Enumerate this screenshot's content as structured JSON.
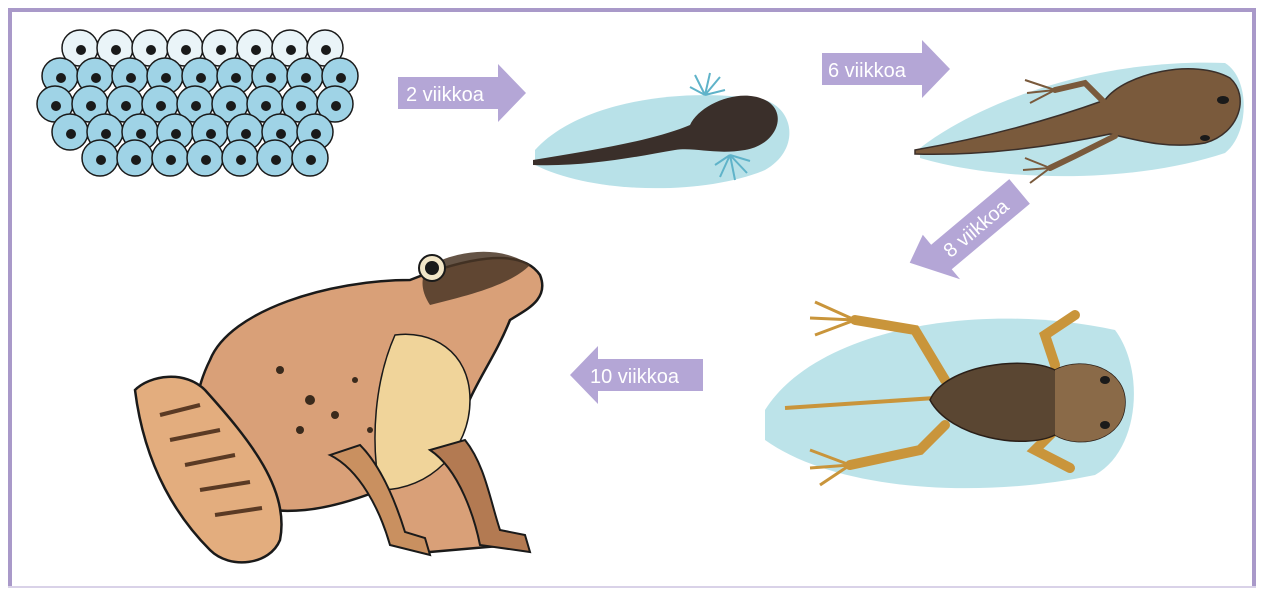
{
  "colors": {
    "frame": "#a999c9",
    "arrow": "#b4a6d6",
    "arrow_text": "#ffffff",
    "water": "#a6d9e2",
    "egg": "#9fd3e6",
    "tadpole_dark": "#3a2f2a",
    "tadpole_brown": "#7a5a3c",
    "froglet_body": "#5a4632",
    "froglet_limbs": "#c9953b",
    "frog_skin": "#d9a078",
    "frog_belly": "#f0d49a"
  },
  "stages": [
    {
      "name": "frogspawn",
      "icon": "egg-cluster"
    },
    {
      "name": "tadpole-with-gills",
      "icon": "tadpole"
    },
    {
      "name": "tadpole-with-hind-legs",
      "icon": "tadpole-legs"
    },
    {
      "name": "froglet",
      "icon": "froglet"
    },
    {
      "name": "adult-frog",
      "icon": "frog"
    }
  ],
  "arrows": [
    {
      "label": "2 viikkoa",
      "direction": "right"
    },
    {
      "label": "6 viikkoa",
      "direction": "right"
    },
    {
      "label": "8 viikkoa",
      "direction": "down-left"
    },
    {
      "label": "10 viikkoa",
      "direction": "left"
    }
  ]
}
